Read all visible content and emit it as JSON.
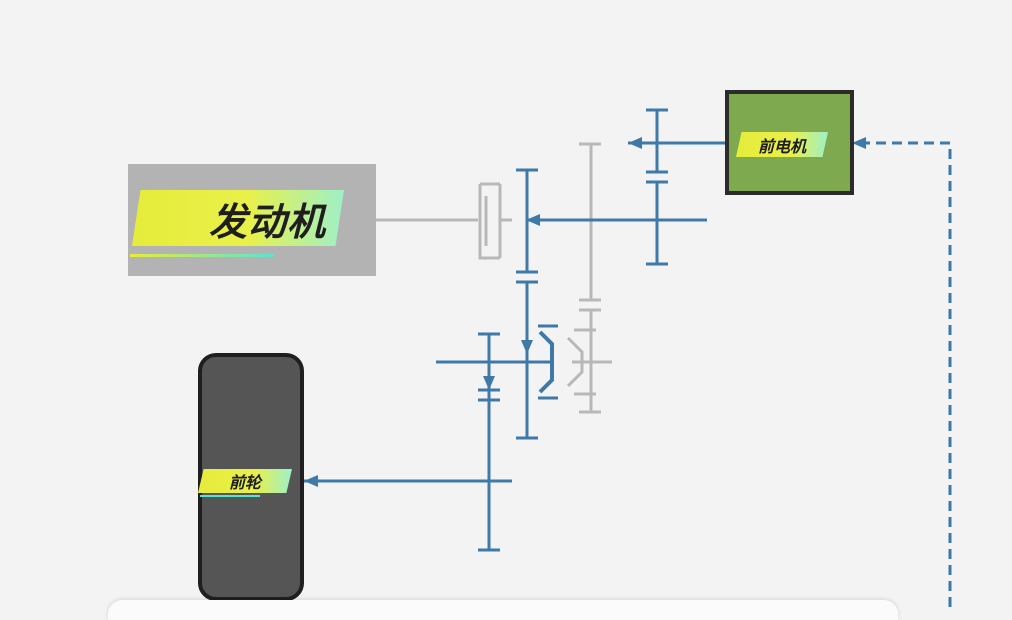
{
  "labels": {
    "engine": "发动机",
    "front_motor": "前电机",
    "front_wheel": "前轮"
  },
  "colors": {
    "background": "#f3f3f3",
    "engine_block": "#b3b3b3",
    "motor_block": "#7ea94f",
    "wheel": "#555555",
    "electric_path": "#3f79a8",
    "mechanical_path": "#b8b8b8",
    "tag_yellow": "#e6ec3a",
    "tag_teal": "#58e4d0"
  }
}
